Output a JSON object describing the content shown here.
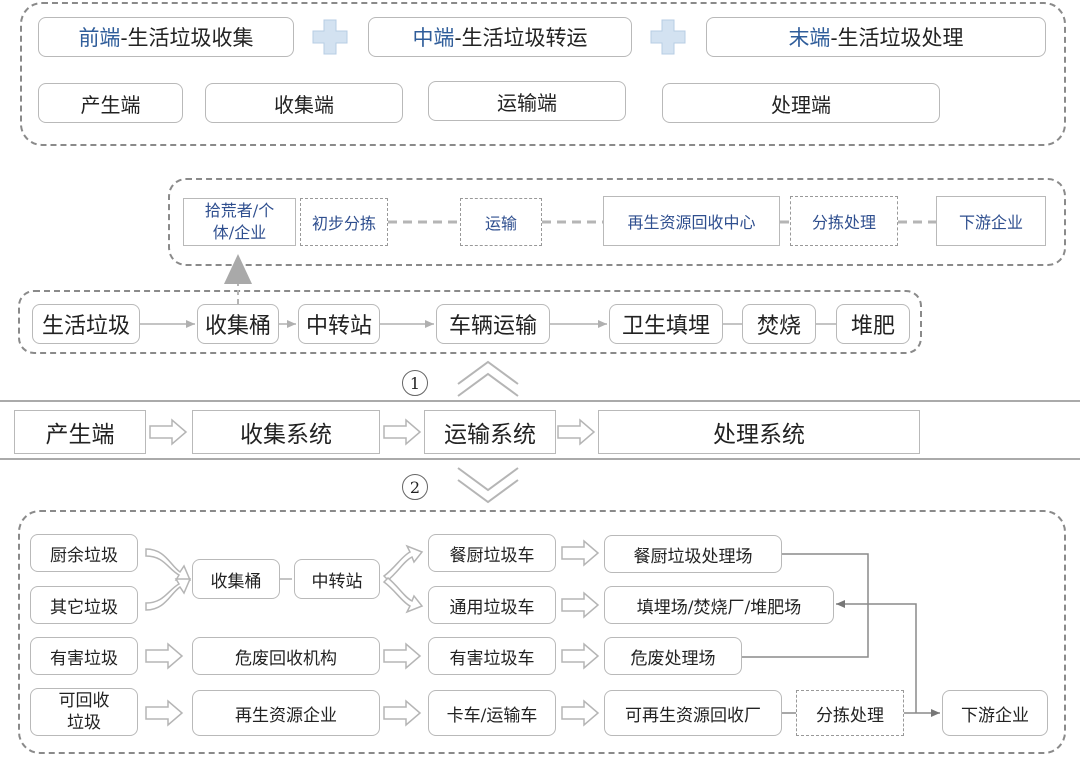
{
  "top": {
    "headers": [
      {
        "accent": "前端",
        "rest": "-生活垃圾收集"
      },
      {
        "accent": "中端",
        "rest": "-生活垃圾转运"
      },
      {
        "accent": "末端",
        "rest": "-生活垃圾处理"
      }
    ],
    "stages": [
      "产生端",
      "收集端",
      "运输端",
      "处理端"
    ]
  },
  "recycle_row": [
    "拾荒者/个体/企业",
    "初步分拣",
    "运输",
    "再生资源回收中心",
    "分拣处理",
    "下游企业"
  ],
  "recycle_first_lines": [
    "拾荒者/个",
    "体/企业"
  ],
  "general_flow": [
    "生活垃圾",
    "收集桶",
    "中转站",
    "车辆运输",
    "卫生填埋",
    "焚烧",
    "堆肥"
  ],
  "markers": [
    "1",
    "2"
  ],
  "system_bar": [
    "产生端",
    "收集系统",
    "运输系统",
    "处理系统"
  ],
  "bottom": {
    "sources": [
      "厨余垃圾",
      "其它垃圾",
      "有害垃圾"
    ],
    "recyclable_lines": [
      "可回收",
      "垃圾"
    ],
    "collection": [
      "收集桶",
      "中转站",
      "危废回收机构",
      "再生资源企业"
    ],
    "vehicles": [
      "餐厨垃圾车",
      "通用垃圾车",
      "有害垃圾车",
      "卡车/运输车"
    ],
    "facilities": [
      "餐厨垃圾处理场",
      "填埋场/焚烧厂/堆肥场",
      "危废处理场",
      "可再生资源回收厂"
    ],
    "sorting": "分拣处理",
    "downstream": "下游企业"
  },
  "colors": {
    "accent": "#2f5d9a",
    "border": "#b9b9b9",
    "dashed": "#8a8a8a",
    "arrow": "#c8c8c8"
  }
}
